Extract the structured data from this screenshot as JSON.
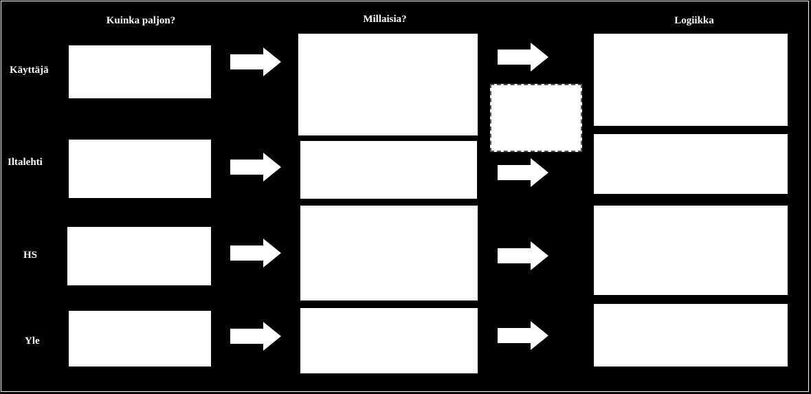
{
  "headers": {
    "col1": "Kuinka paljon?",
    "col2": "Millaisia?",
    "col3": "Logiikka"
  },
  "rows": {
    "r1": "Käyttäjä",
    "r2": "Iltalehti",
    "r3": "HS",
    "r4": "Yle"
  },
  "colors": {
    "background": "#000000",
    "box": "#ffffff",
    "arrow": "#ffffff",
    "text": "#ffffff"
  },
  "icons": {
    "arrow": "right-arrow-icon"
  }
}
